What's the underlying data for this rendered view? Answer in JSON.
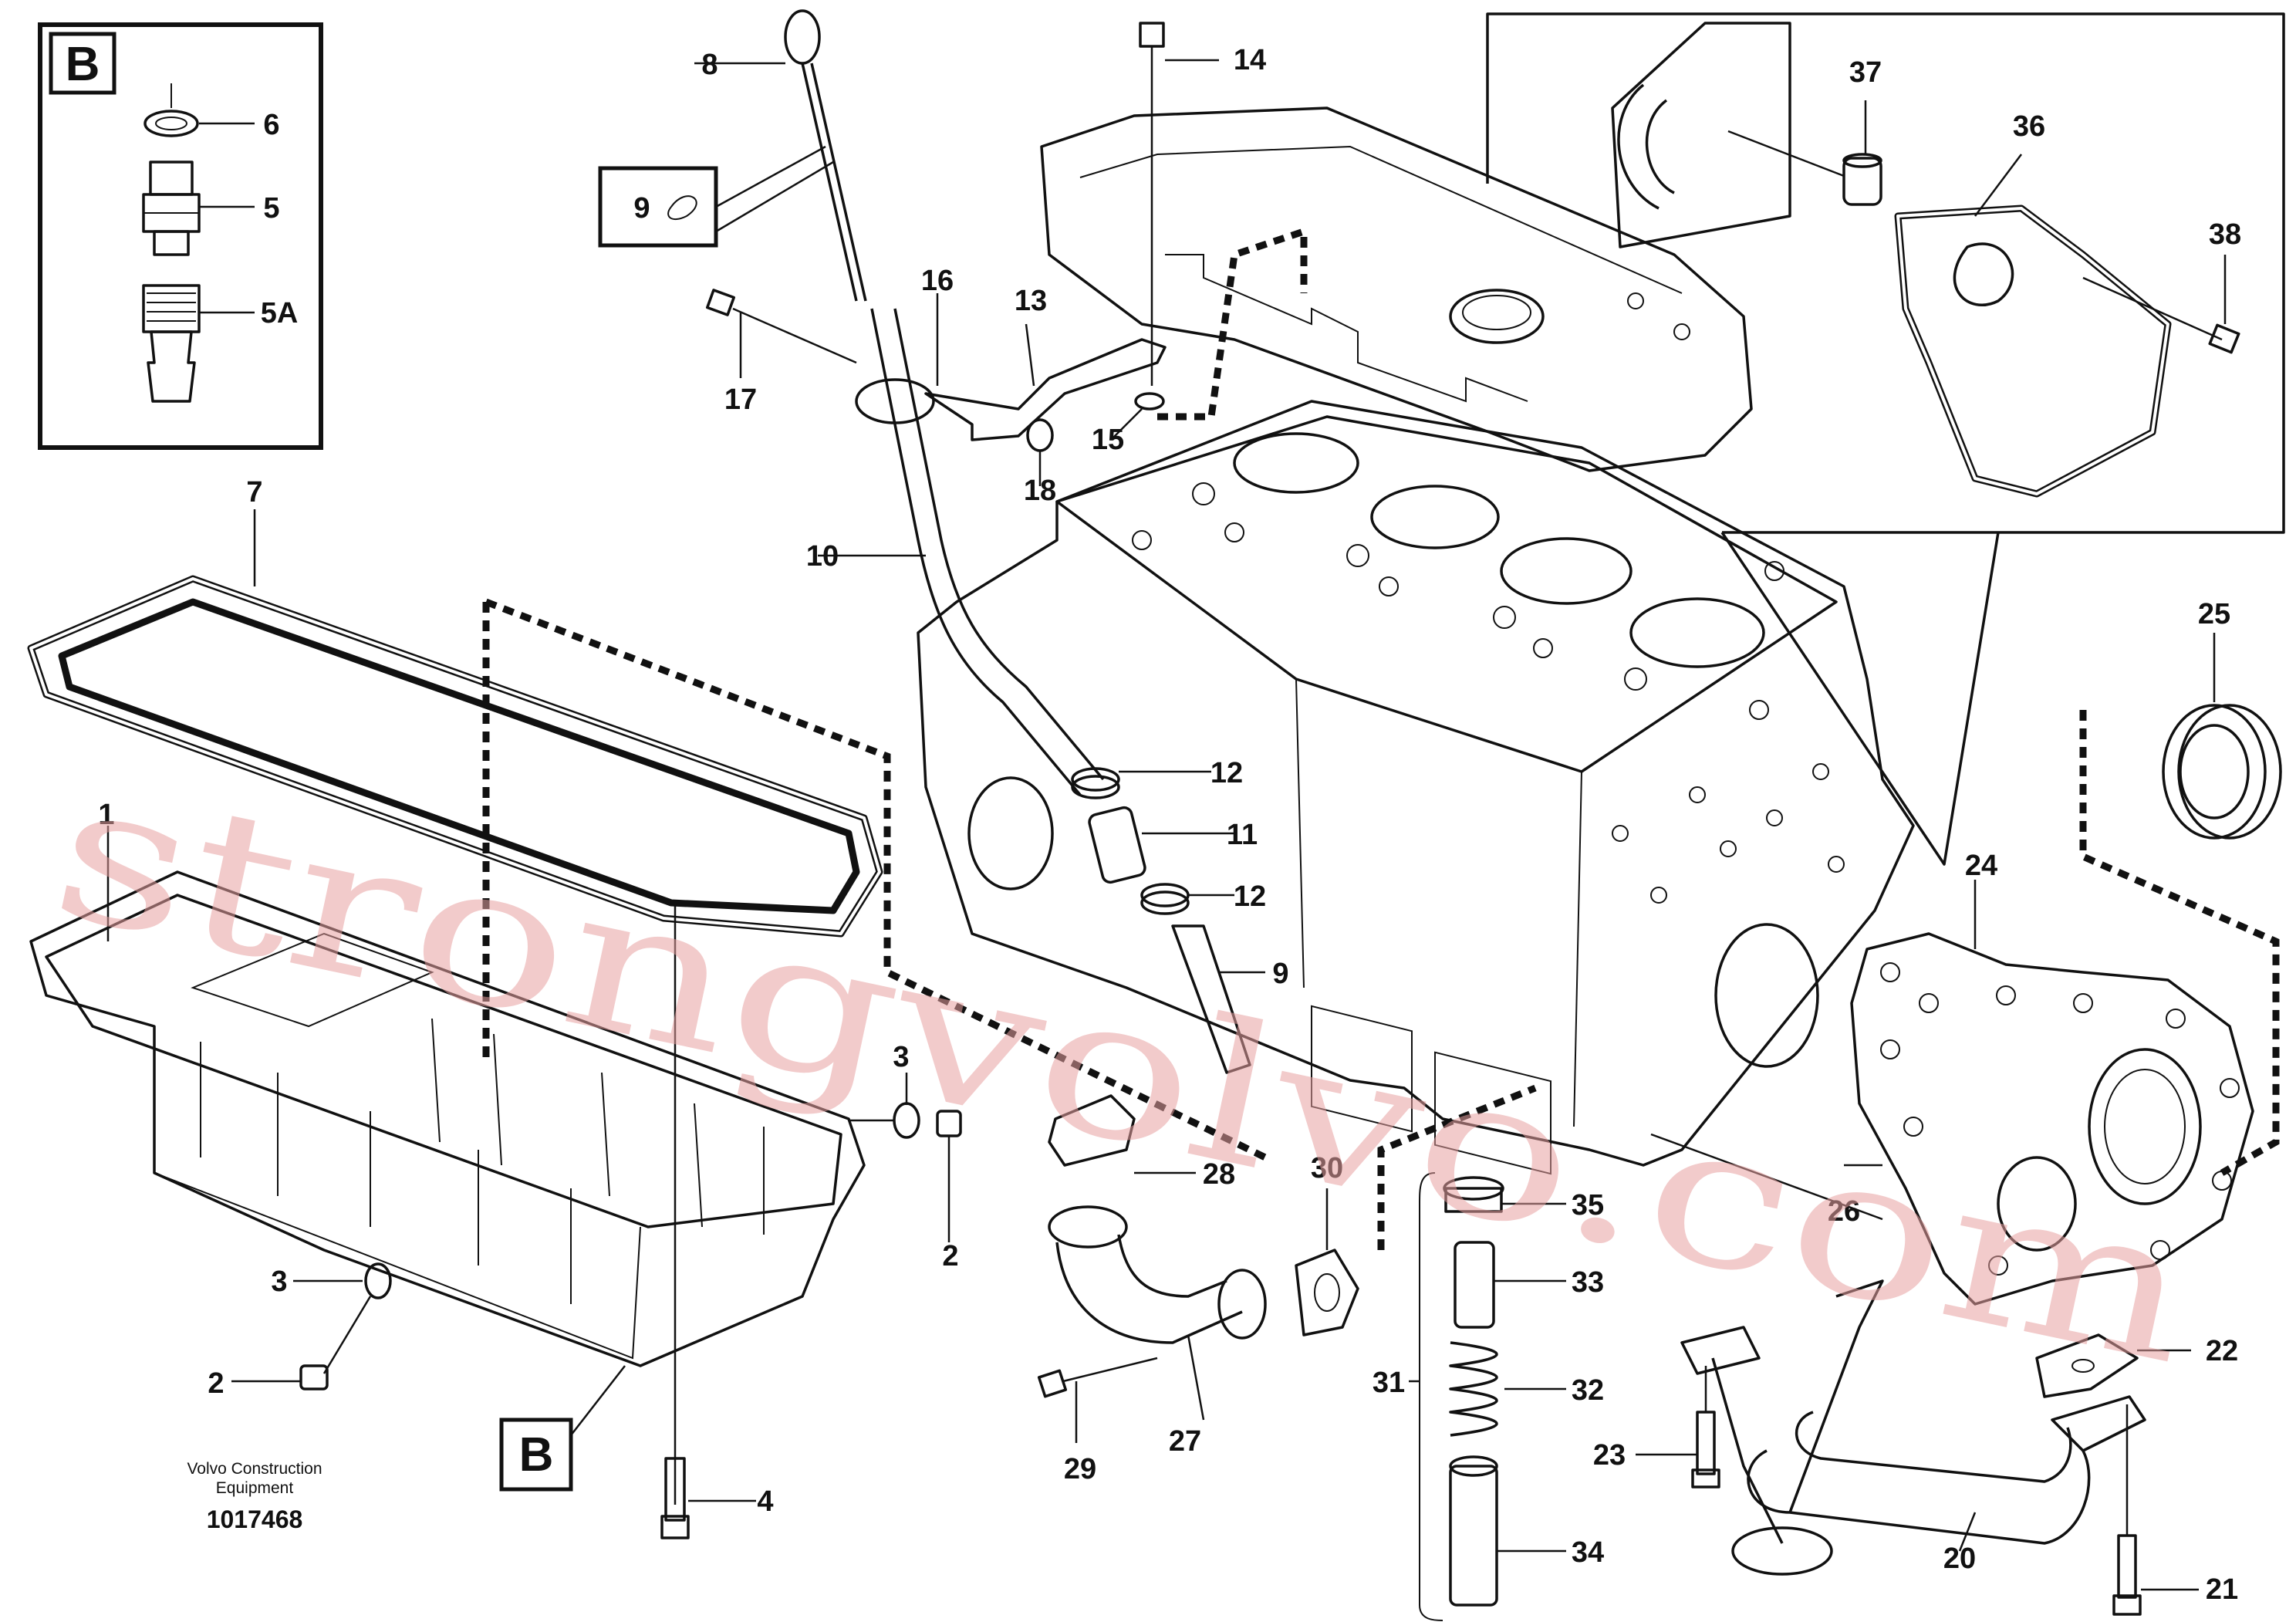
{
  "diagram": {
    "callouts": [
      {
        "id": "c1",
        "text": "1"
      },
      {
        "id": "c2a",
        "text": "2"
      },
      {
        "id": "c2b",
        "text": "2"
      },
      {
        "id": "c3a",
        "text": "3"
      },
      {
        "id": "c3b",
        "text": "3"
      },
      {
        "id": "c4",
        "text": "4"
      },
      {
        "id": "c5",
        "text": "5"
      },
      {
        "id": "c5a",
        "text": "5A"
      },
      {
        "id": "c6",
        "text": "6"
      },
      {
        "id": "c7",
        "text": "7"
      },
      {
        "id": "c8",
        "text": "8"
      },
      {
        "id": "c9a",
        "text": "9"
      },
      {
        "id": "c9b",
        "text": "9"
      },
      {
        "id": "c10",
        "text": "10"
      },
      {
        "id": "c11",
        "text": "11"
      },
      {
        "id": "c12a",
        "text": "12"
      },
      {
        "id": "c12b",
        "text": "12"
      },
      {
        "id": "c13",
        "text": "13"
      },
      {
        "id": "c14",
        "text": "14"
      },
      {
        "id": "c15",
        "text": "15"
      },
      {
        "id": "c16",
        "text": "16"
      },
      {
        "id": "c17",
        "text": "17"
      },
      {
        "id": "c18",
        "text": "18"
      },
      {
        "id": "c20",
        "text": "20"
      },
      {
        "id": "c21",
        "text": "21"
      },
      {
        "id": "c22",
        "text": "22"
      },
      {
        "id": "c23",
        "text": "23"
      },
      {
        "id": "c24",
        "text": "24"
      },
      {
        "id": "c25",
        "text": "25"
      },
      {
        "id": "c26",
        "text": "26"
      },
      {
        "id": "c27",
        "text": "27"
      },
      {
        "id": "c28",
        "text": "28"
      },
      {
        "id": "c29",
        "text": "29"
      },
      {
        "id": "c30",
        "text": "30"
      },
      {
        "id": "c31",
        "text": "31"
      },
      {
        "id": "c32",
        "text": "32"
      },
      {
        "id": "c33",
        "text": "33"
      },
      {
        "id": "c34",
        "text": "34"
      },
      {
        "id": "c35",
        "text": "35"
      },
      {
        "id": "c36",
        "text": "36"
      },
      {
        "id": "c37",
        "text": "37"
      },
      {
        "id": "c38",
        "text": "38"
      }
    ],
    "detail_label": "B",
    "ref_label": "B",
    "caption_line1": "Volvo Construction",
    "caption_line2": "Equipment",
    "drawing_number": "1017468",
    "watermark": "strongvolvo.com"
  }
}
